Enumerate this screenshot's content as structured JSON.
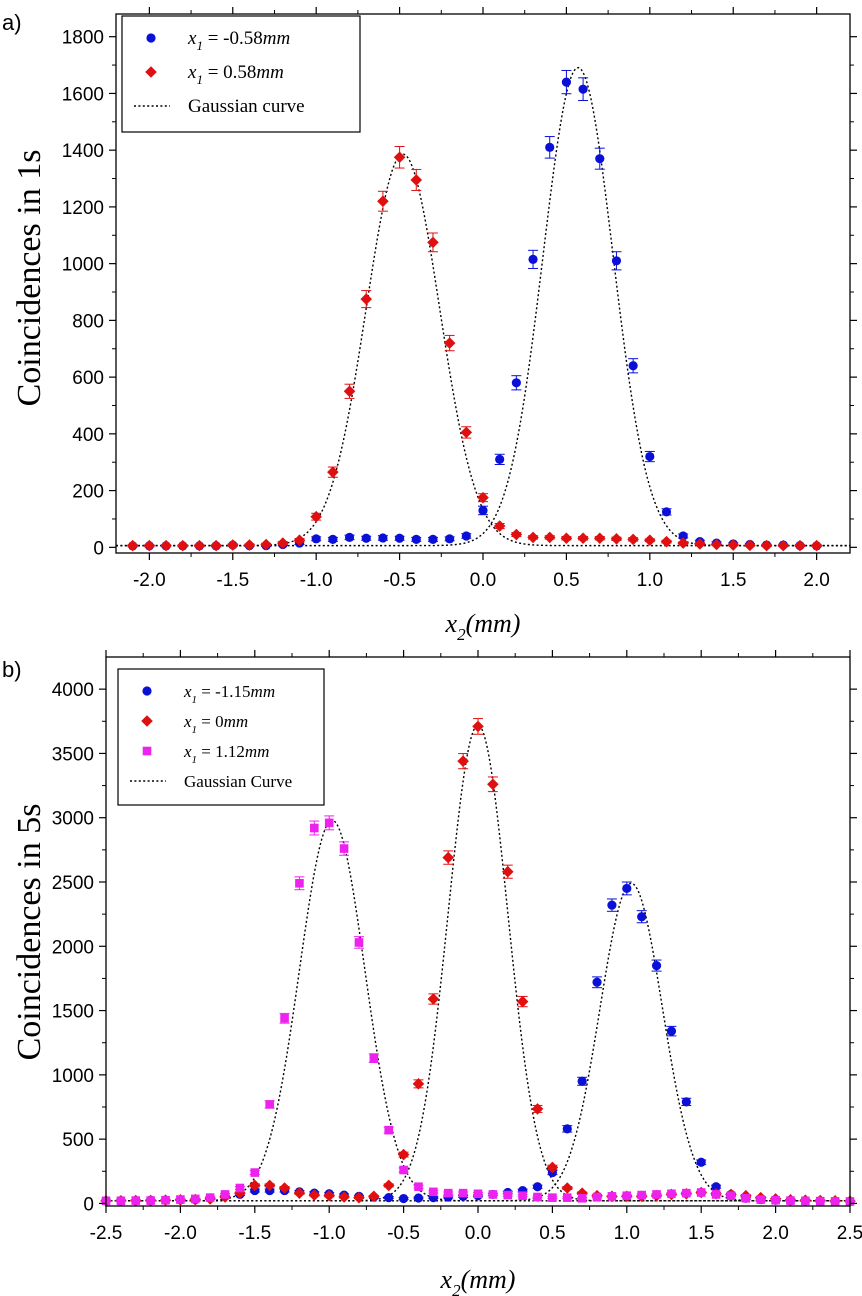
{
  "chart_data": [
    {
      "type": "scatter",
      "panel_label": "a)",
      "ylabel": "Coincidences in 1s",
      "xlabel": "x2(mm)",
      "xlabel_parts": {
        "main": "x",
        "sub": "2",
        "rest": "(mm)"
      },
      "xlim": [
        -2.2,
        2.2
      ],
      "ylim": [
        -20,
        1880
      ],
      "xticks": [
        -2.0,
        -1.5,
        -1.0,
        -0.5,
        0.0,
        0.5,
        1.0,
        1.5,
        2.0
      ],
      "xtick_labels": [
        "-2.0",
        "-1.5",
        "-1.0",
        "-0.5",
        "0.0",
        "0.5",
        "1.0",
        "1.5",
        "2.0"
      ],
      "yticks": [
        0,
        200,
        400,
        600,
        800,
        1000,
        1200,
        1400,
        1600,
        1800
      ],
      "ytick_labels": [
        "0",
        "200",
        "400",
        "600",
        "800",
        "1000",
        "1200",
        "1400",
        "1600",
        "1800"
      ],
      "grid": false,
      "legend_position": "top-left",
      "legend": [
        {
          "marker": "circle",
          "color": "#0a10d8",
          "var": "x",
          "sub": "1",
          "text": " = -0.58",
          "unit": "mm"
        },
        {
          "marker": "diamond",
          "color": "#e01010",
          "var": "x",
          "sub": "1",
          "text": " = 0.58",
          "unit": "mm"
        },
        {
          "marker": "dotted",
          "color": "#000000",
          "text": "Gaussian curve"
        }
      ],
      "series": [
        {
          "marker": "circle",
          "color": "#0a10d8",
          "err_color": "#0a10d8",
          "x": [
            -2.1,
            -2.0,
            -1.9,
            -1.8,
            -1.7,
            -1.6,
            -1.5,
            -1.4,
            -1.3,
            -1.2,
            -1.1,
            -1.0,
            -0.9,
            -0.8,
            -0.7,
            -0.6,
            -0.5,
            -0.4,
            -0.3,
            -0.2,
            -0.1,
            0.0,
            0.1,
            0.2,
            0.3,
            0.4,
            0.5,
            0.6,
            0.7,
            0.8,
            0.9,
            1.0,
            1.1,
            1.2,
            1.3,
            1.4,
            1.5,
            1.6,
            1.7,
            1.8,
            1.9,
            2.0
          ],
          "y": [
            5,
            5,
            5,
            5,
            5,
            5,
            8,
            6,
            6,
            10,
            15,
            30,
            28,
            35,
            32,
            33,
            32,
            28,
            28,
            30,
            40,
            130,
            310,
            580,
            1015,
            1410,
            1640,
            1615,
            1370,
            1010,
            640,
            320,
            125,
            40,
            20,
            15,
            12,
            10,
            8,
            8,
            6,
            5
          ],
          "err": [
            3,
            3,
            3,
            3,
            3,
            3,
            4,
            3,
            3,
            4,
            5,
            7,
            7,
            8,
            7,
            8,
            7,
            7,
            7,
            7,
            8,
            15,
            18,
            25,
            32,
            38,
            41,
            40,
            37,
            32,
            25,
            18,
            11,
            7,
            5,
            4,
            4,
            4,
            3,
            3,
            3,
            3
          ]
        },
        {
          "marker": "diamond",
          "color": "#e01010",
          "err_color": "#e01010",
          "x": [
            -2.1,
            -2.0,
            -1.9,
            -1.8,
            -1.7,
            -1.6,
            -1.5,
            -1.4,
            -1.3,
            -1.2,
            -1.1,
            -1.0,
            -0.9,
            -0.8,
            -0.7,
            -0.6,
            -0.5,
            -0.4,
            -0.3,
            -0.2,
            -0.1,
            0.0,
            0.1,
            0.2,
            0.3,
            0.4,
            0.5,
            0.6,
            0.7,
            0.8,
            0.9,
            1.0,
            1.1,
            1.2,
            1.3,
            1.4,
            1.5,
            1.6,
            1.7,
            1.8,
            1.9,
            2.0
          ],
          "y": [
            6,
            6,
            6,
            6,
            6,
            6,
            8,
            8,
            10,
            15,
            25,
            108,
            265,
            550,
            875,
            1220,
            1375,
            1295,
            1075,
            720,
            405,
            175,
            75,
            45,
            35,
            35,
            32,
            32,
            32,
            30,
            28,
            25,
            20,
            15,
            12,
            10,
            8,
            7,
            6,
            6,
            6,
            6
          ],
          "err": [
            3,
            3,
            3,
            3,
            3,
            3,
            4,
            4,
            4,
            5,
            6,
            12,
            18,
            25,
            30,
            35,
            38,
            37,
            33,
            27,
            20,
            14,
            9,
            7,
            6,
            6,
            6,
            6,
            6,
            6,
            6,
            5,
            5,
            4,
            4,
            4,
            3,
            3,
            3,
            3,
            3,
            3
          ]
        }
      ],
      "fits": [
        {
          "amplitude": 1685,
          "center": 0.57,
          "sigma": 0.21,
          "offset": 6
        },
        {
          "amplitude": 1380,
          "center": -0.48,
          "sigma": 0.22,
          "offset": 6
        }
      ]
    },
    {
      "type": "scatter",
      "panel_label": "b)",
      "ylabel": "Coincidences in 5s",
      "xlabel": "x2(mm)",
      "xlabel_parts": {
        "main": "x",
        "sub": "2",
        "rest": "(mm)"
      },
      "xlim": [
        -2.5,
        2.5
      ],
      "ylim": [
        -20,
        4250
      ],
      "xticks": [
        -2.5,
        -2.0,
        -1.5,
        -1.0,
        -0.5,
        0.0,
        0.5,
        1.0,
        1.5,
        2.0,
        2.5
      ],
      "xtick_labels": [
        "-2.5",
        "-2.0",
        "-1.5",
        "-1.0",
        "-0.5",
        "0.0",
        "0.5",
        "1.0",
        "1.5",
        "2.0",
        "2.5"
      ],
      "yticks": [
        0,
        500,
        1000,
        1500,
        2000,
        2500,
        3000,
        3500,
        4000
      ],
      "ytick_labels": [
        "0",
        "500",
        "1000",
        "1500",
        "2000",
        "2500",
        "3000",
        "3500",
        "4000"
      ],
      "grid": false,
      "legend_position": "top-left",
      "legend": [
        {
          "marker": "circle",
          "color": "#0a10d8",
          "var": "x",
          "sub": "1",
          "text": " = -1.15",
          "unit": "mm"
        },
        {
          "marker": "diamond",
          "color": "#e01010",
          "var": "x",
          "sub": "1",
          "text": " = 0",
          "unit": "mm"
        },
        {
          "marker": "square",
          "color": "#ee22ee",
          "var": "x",
          "sub": "1",
          "text": " = 1.12",
          "unit": "mm"
        },
        {
          "marker": "dotted",
          "color": "#000000",
          "text": "Gaussian Curve"
        }
      ],
      "series": [
        {
          "marker": "circle",
          "color": "#0a10d8",
          "err_color": "#0a10d8",
          "x": [
            -2.5,
            -2.4,
            -2.3,
            -2.2,
            -2.1,
            -2.0,
            -1.9,
            -1.8,
            -1.7,
            -1.6,
            -1.5,
            -1.4,
            -1.3,
            -1.2,
            -1.1,
            -1.0,
            -0.9,
            -0.8,
            -0.7,
            -0.6,
            -0.5,
            -0.4,
            -0.3,
            -0.2,
            -0.1,
            0.0,
            0.1,
            0.2,
            0.3,
            0.4,
            0.5,
            0.6,
            0.7,
            0.8,
            0.9,
            1.0,
            1.1,
            1.2,
            1.3,
            1.4,
            1.5,
            1.6,
            1.7,
            1.8,
            1.9,
            2.0,
            2.1,
            2.2,
            2.3,
            2.4,
            2.5
          ],
          "y": [
            20,
            22,
            22,
            25,
            25,
            28,
            30,
            40,
            55,
            70,
            100,
            100,
            100,
            90,
            80,
            75,
            65,
            55,
            50,
            45,
            38,
            42,
            45,
            50,
            55,
            60,
            70,
            85,
            100,
            130,
            240,
            580,
            950,
            1720,
            2320,
            2450,
            2230,
            1850,
            1340,
            790,
            320,
            130,
            70,
            40,
            30,
            25,
            22,
            20,
            18,
            15,
            15
          ],
          "err": [
            5,
            5,
            5,
            5,
            5,
            5,
            6,
            6,
            8,
            9,
            11,
            11,
            11,
            10,
            10,
            9,
            9,
            8,
            8,
            7,
            7,
            7,
            7,
            8,
            8,
            8,
            9,
            10,
            11,
            12,
            16,
            25,
            31,
            42,
            48,
            50,
            47,
            43,
            37,
            28,
            18,
            12,
            9,
            7,
            6,
            5,
            5,
            5,
            5,
            4,
            4
          ]
        },
        {
          "marker": "diamond",
          "color": "#e01010",
          "err_color": "#e01010",
          "x": [
            -2.5,
            -2.4,
            -2.3,
            -2.2,
            -2.1,
            -2.0,
            -1.9,
            -1.8,
            -1.7,
            -1.6,
            -1.5,
            -1.4,
            -1.3,
            -1.2,
            -1.1,
            -1.0,
            -0.9,
            -0.8,
            -0.7,
            -0.6,
            -0.5,
            -0.4,
            -0.3,
            -0.2,
            -0.1,
            0.0,
            0.1,
            0.2,
            0.3,
            0.4,
            0.5,
            0.6,
            0.7,
            0.8,
            0.9,
            1.0,
            1.1,
            1.2,
            1.3,
            1.4,
            1.5,
            1.6,
            1.7,
            1.8,
            1.9,
            2.0,
            2.1,
            2.2,
            2.3,
            2.4,
            2.5
          ],
          "y": [
            20,
            20,
            22,
            22,
            25,
            28,
            30,
            35,
            50,
            80,
            140,
            140,
            120,
            80,
            65,
            60,
            50,
            45,
            55,
            140,
            380,
            930,
            1590,
            2690,
            3440,
            3710,
            3260,
            2580,
            1570,
            735,
            280,
            120,
            80,
            60,
            55,
            55,
            55,
            60,
            70,
            75,
            85,
            75,
            70,
            60,
            45,
            35,
            28,
            25,
            22,
            20,
            18
          ],
          "err": [
            5,
            5,
            5,
            5,
            5,
            5,
            6,
            6,
            7,
            9,
            12,
            12,
            11,
            9,
            8,
            8,
            7,
            7,
            7,
            12,
            19,
            31,
            40,
            52,
            59,
            61,
            57,
            51,
            40,
            27,
            17,
            11,
            9,
            8,
            7,
            7,
            7,
            8,
            8,
            9,
            9,
            9,
            8,
            8,
            7,
            6,
            5,
            5,
            5,
            4,
            4
          ]
        },
        {
          "marker": "square",
          "color": "#ee22ee",
          "err_color": "#ee22ee",
          "x": [
            -2.5,
            -2.4,
            -2.3,
            -2.2,
            -2.1,
            -2.0,
            -1.9,
            -1.8,
            -1.7,
            -1.6,
            -1.5,
            -1.4,
            -1.3,
            -1.2,
            -1.1,
            -1.0,
            -0.9,
            -0.8,
            -0.7,
            -0.6,
            -0.5,
            -0.4,
            -0.3,
            -0.2,
            -0.1,
            0.0,
            0.1,
            0.2,
            0.3,
            0.4,
            0.5,
            0.6,
            0.7,
            0.8,
            0.9,
            1.0,
            1.1,
            1.2,
            1.3,
            1.4,
            1.5,
            1.6,
            1.7,
            1.8,
            1.9,
            2.0,
            2.1,
            2.2,
            2.3,
            2.4,
            2.5
          ],
          "y": [
            20,
            20,
            22,
            22,
            25,
            30,
            35,
            45,
            70,
            120,
            240,
            770,
            1440,
            2490,
            2920,
            2960,
            2760,
            2030,
            1130,
            570,
            260,
            130,
            90,
            80,
            80,
            75,
            70,
            65,
            60,
            50,
            45,
            45,
            40,
            50,
            55,
            60,
            65,
            70,
            75,
            80,
            85,
            70,
            60,
            40,
            30,
            25,
            22,
            20,
            18,
            16,
            15
          ],
          "err": [
            5,
            5,
            5,
            5,
            5,
            5,
            6,
            7,
            8,
            11,
            15,
            28,
            38,
            50,
            54,
            54,
            52,
            45,
            34,
            24,
            16,
            11,
            9,
            9,
            9,
            9,
            8,
            8,
            8,
            7,
            7,
            7,
            6,
            7,
            7,
            8,
            8,
            8,
            9,
            9,
            9,
            8,
            8,
            6,
            6,
            5,
            5,
            5,
            4,
            4,
            4
          ]
        }
      ],
      "fits": [
        {
          "amplitude": 2470,
          "center": 1.03,
          "sigma": 0.21,
          "offset": 20
        },
        {
          "amplitude": 3700,
          "center": 0.0,
          "sigma": 0.2,
          "offset": 20
        },
        {
          "amplitude": 2960,
          "center": -0.98,
          "sigma": 0.22,
          "offset": 20
        }
      ]
    }
  ]
}
